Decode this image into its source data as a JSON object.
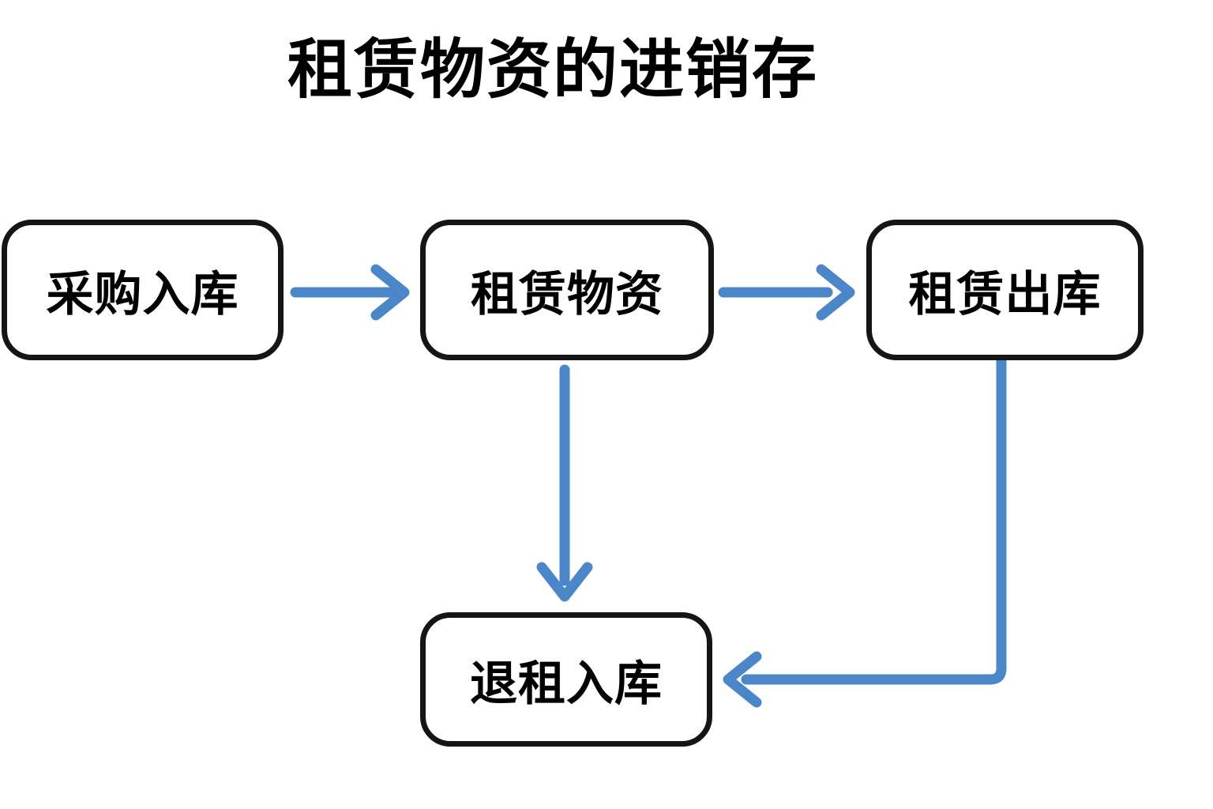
{
  "page": {
    "title": "租赁物资的进销存",
    "background_color": "#ffffff"
  },
  "theme": {
    "node_border_color": "#151515",
    "node_fill_color": "#fefefe",
    "text_color": "#000000",
    "arrow_color": "#4a86c8"
  },
  "diagram": {
    "type": "flowchart",
    "nodes": [
      {
        "id": "purchase-in",
        "label": "采购入库",
        "shape": "rounded-rectangle"
      },
      {
        "id": "rental-goods",
        "label": "租赁物资",
        "shape": "rounded-rectangle"
      },
      {
        "id": "rental-out",
        "label": "租赁出库",
        "shape": "rounded-rectangle"
      },
      {
        "id": "return-in",
        "label": "退租入库",
        "shape": "rounded-rectangle"
      }
    ],
    "edges": [
      {
        "id": "edge-purchase-to-goods",
        "from": "purchase-in",
        "to": "rental-goods",
        "style": "straight-right",
        "label": ""
      },
      {
        "id": "edge-goods-to-out",
        "from": "rental-goods",
        "to": "rental-out",
        "style": "straight-right",
        "label": ""
      },
      {
        "id": "edge-goods-to-return",
        "from": "rental-goods",
        "to": "return-in",
        "style": "straight-down",
        "label": ""
      },
      {
        "id": "edge-out-to-return",
        "from": "rental-out",
        "to": "return-in",
        "style": "elbow-down-left",
        "label": ""
      }
    ]
  },
  "icons": {
    "arrow_right": "arrow-right-icon",
    "arrow_down": "arrow-down-icon",
    "arrow_left": "arrow-left-icon"
  }
}
